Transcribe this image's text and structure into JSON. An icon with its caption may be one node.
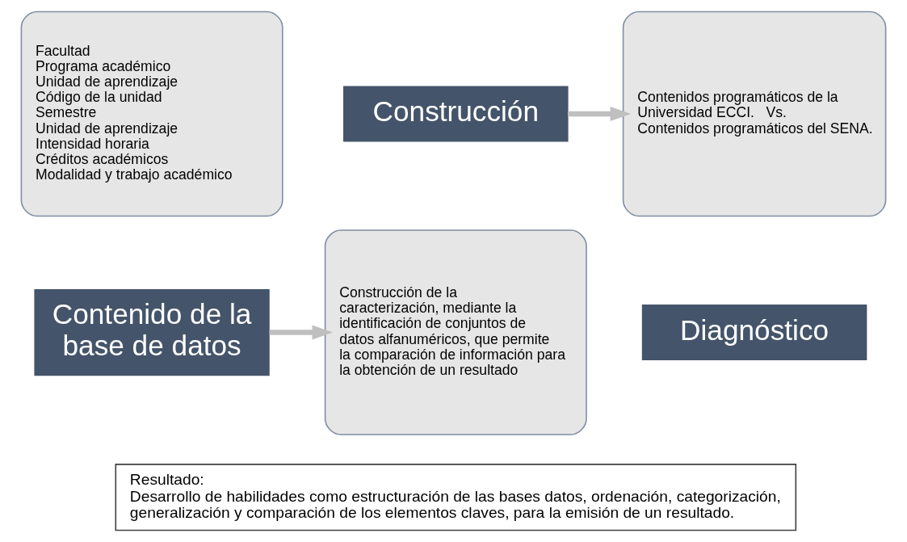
{
  "diagram": {
    "nodes": [
      {
        "text": [
          "Facultad",
          "Programa académico",
          "Unidad de aprendizaje",
          "Código de la unidad",
          "Semestre",
          "Unidad de aprendizaje",
          "Intensidad horaria",
          "Créditos académicos",
          "Modalidad y trabajo académico"
        ]
      },
      {
        "text": [
          "Contenido de la base de datos"
        ]
      },
      {
        "text": [
          "Construcción de la caracterización, mediante la identificación de conjuntos de datos alfanuméricos, que permite la comparación de información para la obtención de un resultado"
        ]
      },
      {
        "text": [
          "Construcción"
        ]
      },
      {
        "text": [
          "Contenidos programáticos de la Universidad ECCI.   Vs.",
          "Contenidos programáticos del SENA."
        ]
      },
      {
        "text": [
          "Diagnóstico"
        ]
      },
      {
        "text": [
          "Resultado:",
          "Desarrollo de habilidades como estructuración de las bases datos, ordenación, categorización, generalización y comparación de los elementos claves, para la emisión de un resultado."
        ]
      }
    ],
    "edges": [
      {
        "from": 1,
        "to": 2,
        "arrow": "to"
      },
      {
        "from": 3,
        "to": 4,
        "arrow": "to"
      }
    ]
  }
}
